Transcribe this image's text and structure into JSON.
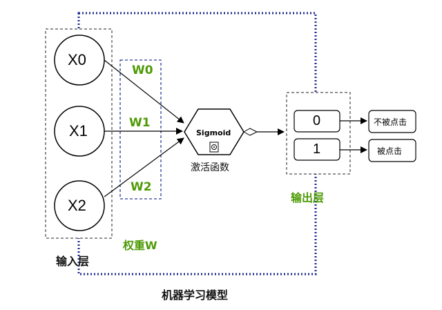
{
  "inputs": [
    "X0",
    "X1",
    "X2"
  ],
  "weights": [
    "W0",
    "W1",
    "W2"
  ],
  "weights_label": "权重W",
  "input_layer_label": "输入层",
  "activation": {
    "name": "Sigmoid",
    "caption": "激活函数"
  },
  "output_layer_label": "输出层",
  "outputs": [
    "0",
    "1"
  ],
  "results": [
    "不被点击",
    "被点击"
  ],
  "model_label": "机器学习模型",
  "colors": {
    "model_border": "#1f2a8c",
    "weights_border": "#2d3a9a",
    "green": "#4e9a06"
  }
}
